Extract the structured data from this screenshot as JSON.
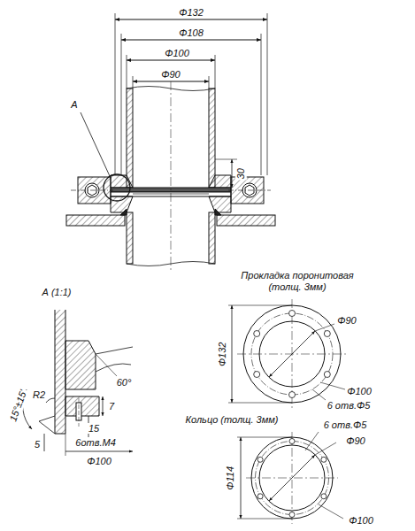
{
  "diagram": {
    "labels": [
      "Φ132",
      "Φ108",
      "Φ100",
      "Φ90",
      "А",
      "30",
      "А (1:1)",
      "15°±15'",
      "R2",
      "60°",
      "7",
      "15",
      "5",
      "6отв.М4",
      "Φ100",
      "Прокладка поронитовая (толщ. 3мм)",
      "Φ90",
      "Φ132",
      "Φ100",
      "6 отв.Φ5",
      "Кольцо (толщ. 3мм)",
      "6 отв.Φ5",
      "Φ90",
      "Φ114",
      "Φ100"
    ]
  }
}
